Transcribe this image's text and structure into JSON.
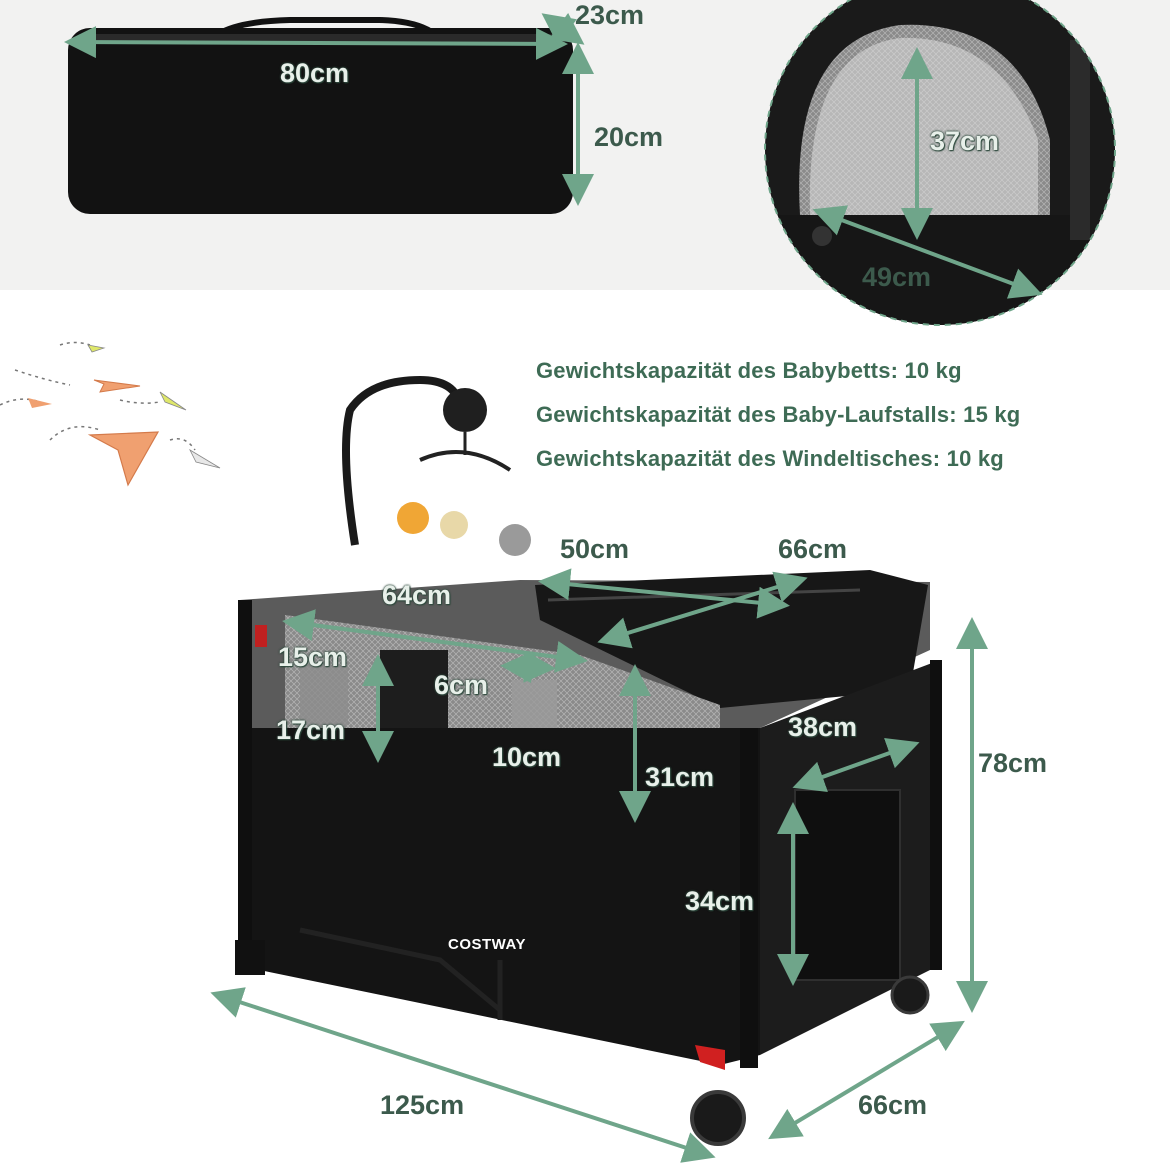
{
  "dimensions": {
    "bag_depth": "23cm",
    "bag_length": "80cm",
    "bag_height": "20cm",
    "door_height": "37cm",
    "door_width": "49cm",
    "bassinet_length": "64cm",
    "changer_width": "50cm",
    "changer_length": "66cm",
    "organizer_width": "15cm",
    "organizer_height": "17cm",
    "pocket_width": "6cm",
    "pocket_height": "10cm",
    "bassinet_depth": "31cm",
    "side_pocket_width": "38cm",
    "side_pocket_height": "34cm",
    "total_height": "78cm",
    "total_length": "125cm",
    "total_width": "66cm"
  },
  "specs": [
    "Gewichtskapazität des Babybetts: 10 kg",
    "Gewichtskapazität des Baby-Laufstalls: 15 kg",
    "Gewichtskapazität des Windeltisches: 10 kg"
  ],
  "brand": "COSTWAY",
  "colors": {
    "arrow": "#6fa58a",
    "label": "#3c5a4c",
    "text_green": "#3e6b55",
    "paper_plane": "#f0a070",
    "crib_black": "#141414",
    "mesh_grey": "#6e6e6e"
  }
}
